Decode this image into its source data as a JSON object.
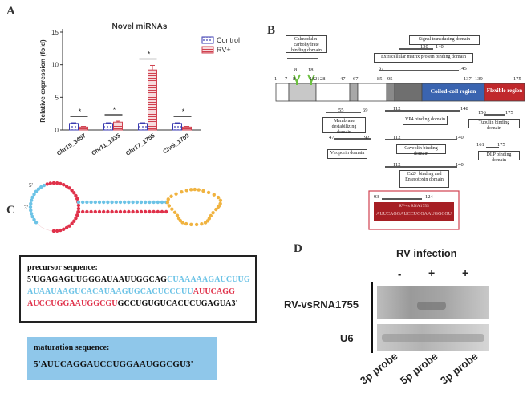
{
  "panel_labels": {
    "a": "A",
    "b": "B",
    "c": "C",
    "d": "D"
  },
  "chart_data": {
    "type": "bar",
    "title": "Novel miRNAs",
    "ylabel": "Relative expression (fold)",
    "ylim": [
      0,
      15
    ],
    "yticks": [
      "0",
      "5",
      "10",
      "15"
    ],
    "categories": [
      "Chr15_3457",
      "Chr11_1935",
      "Chr17_1755",
      "Chr9_1709"
    ],
    "series": [
      {
        "name": "Control",
        "values": [
          1,
          1,
          1,
          1
        ],
        "errors": [
          0.1,
          0.1,
          0.1,
          0.1
        ],
        "color": "#3a3ab0",
        "pattern": "dotted"
      },
      {
        "name": "RV+",
        "values": [
          0.45,
          1.2,
          9.2,
          0.45
        ],
        "errors": [
          0.1,
          0.15,
          0.7,
          0.1
        ],
        "color": "#d0414f",
        "pattern": "hatched"
      }
    ],
    "significance": [
      "*",
      "*",
      "*",
      "*"
    ],
    "legend_position": "top-right"
  },
  "domain_map": {
    "boxes": {
      "cadherin": "Calmodulin-carbohydrate binding domain",
      "signal": "Signal transducing domain",
      "extracellular": "Extracellular matrix protein binding domain",
      "membrane": "Membrane destabilizing domain",
      "vp4": "VP4 binding domain",
      "tubulin": "Tubulin binding domain",
      "viroporin": "Viroporin domain",
      "caveolin": "Caveolin binding domain",
      "dlp": "DLP binding domain",
      "ca2": "Ca2+ binding and Enterotoxin domain",
      "coiled": "Coiled-coil region",
      "flexible": "Flexible region",
      "vsrna_title": "RV-vs RNA1755",
      "vsrna_seq": "AUUCAGGAUCCUGGAAUGGCGU"
    },
    "numbers": {
      "n130_140": [
        "130",
        "140"
      ],
      "n67_145": [
        "67",
        "145"
      ],
      "n8": "8",
      "n18": "18",
      "axis": [
        "1",
        "7",
        "8",
        "18",
        "21",
        "28",
        "47",
        "67",
        "85",
        "95",
        "137",
        "139",
        "175"
      ],
      "n55_69": [
        "55",
        "69"
      ],
      "n112_148": [
        "112",
        "148"
      ],
      "n156_175": [
        "156",
        "175"
      ],
      "n47_92": [
        "47",
        "92"
      ],
      "n112_140": [
        "112",
        "140"
      ],
      "n161_175": [
        "161",
        "175"
      ],
      "n112_140b": [
        "112",
        "140"
      ],
      "n93_124": [
        "93",
        "124"
      ]
    },
    "colors": {
      "coiled": "#3a64b0",
      "flexible": "#c0282c",
      "vsrna_box": "#a61f24",
      "glycosylation": "#6cc040"
    }
  },
  "structure": {
    "five_prime": "5'",
    "three_prime": "3'"
  },
  "precursor": {
    "label": "precursor sequence:",
    "line1": {
      "black": "5'UGAGAGUUGGGAUAAUUGGCAG",
      "cyan": "CUAAAAAGAUCUUG"
    },
    "line2": {
      "cyan": "AUAAUAAGUCACAUAAGUGCACUCCCUU",
      "red": "AUUCAGG"
    },
    "line3": {
      "red": "AUCCUGGAAUGGCGU",
      "black": "GCCUGUGUCACUCUGAGUA3'"
    }
  },
  "maturation": {
    "label": "maturation sequence:",
    "sequence": "5'AUUCAGGAUCCUGGAAUGGCGU3'"
  },
  "northern": {
    "title": "RV infection",
    "signs": [
      "-",
      "+",
      "+"
    ],
    "rows": [
      "RV-vsRNA1755",
      "U6"
    ],
    "probes": [
      "3p probe",
      "5p probe",
      "3p probe"
    ]
  }
}
